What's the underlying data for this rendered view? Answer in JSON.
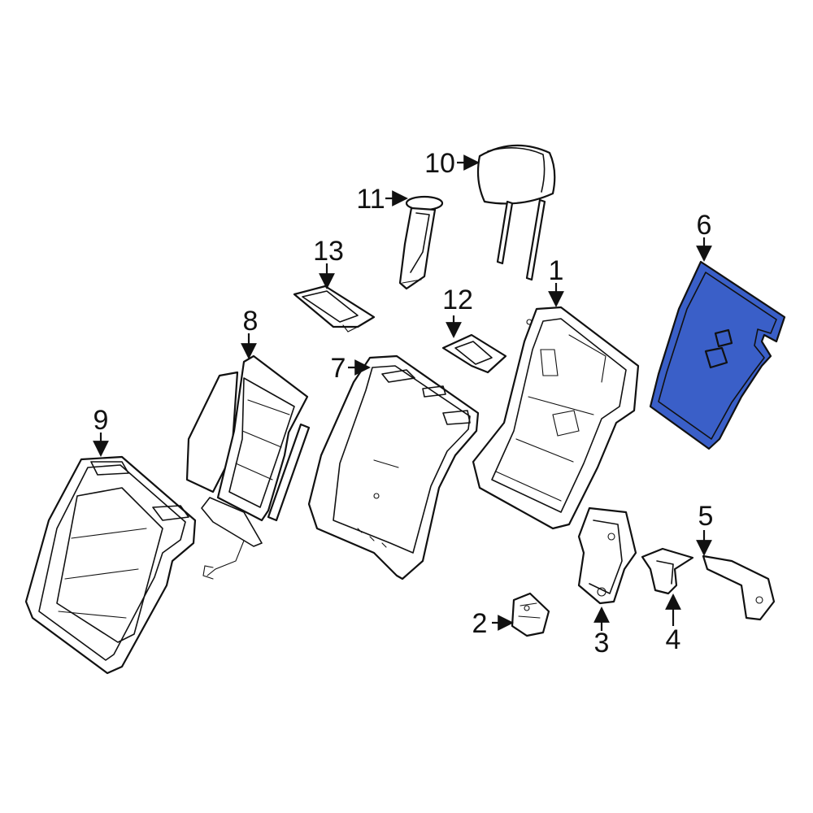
{
  "diagram": {
    "highlight_color": "#3a5fc8",
    "line_color": "#111111",
    "background": "#ffffff",
    "callouts": {
      "c1": "1",
      "c2": "2",
      "c3": "3",
      "c4": "4",
      "c5": "5",
      "c6": "6",
      "c7": "7",
      "c8": "8",
      "c9": "9",
      "c10": "10",
      "c11": "11",
      "c12": "12",
      "c13": "13"
    }
  }
}
